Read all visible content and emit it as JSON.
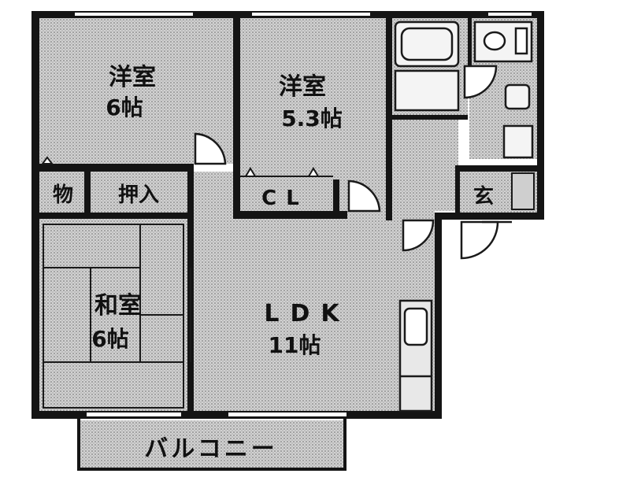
{
  "rooms": {
    "western_room_1": {
      "name": "洋室",
      "size": "6帖"
    },
    "western_room_2": {
      "name": "洋室",
      "size": "5.3帖"
    },
    "storage": {
      "name": "物"
    },
    "closet": {
      "name": "押入"
    },
    "walk_in_closet": {
      "name": "CL"
    },
    "japanese_room": {
      "name": "和室",
      "size": "6帖"
    },
    "ldk": {
      "name": "LDK",
      "size": "11帖"
    },
    "entrance": {
      "name": "玄"
    },
    "balcony": {
      "name": "バルコニー"
    }
  }
}
